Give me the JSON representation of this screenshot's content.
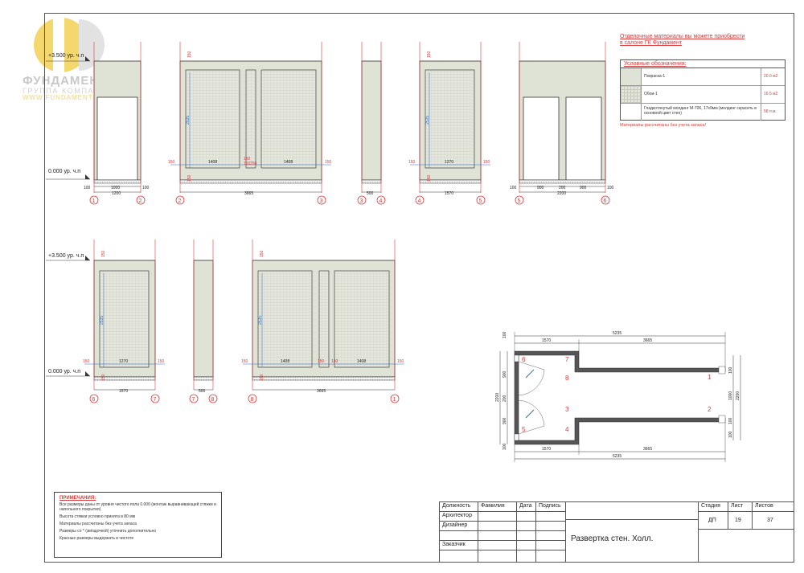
{
  "logo": {
    "brand": "ФУНДАМЕНТ",
    "subtitle": "ГРУППА КОМПАНИЙ",
    "www": "WWW.FUNDAMENT"
  },
  "levels": {
    "top": "+3.500 ур. ч.п",
    "bottom": "0.000 ур. ч.п"
  },
  "elevations_row1": [
    {
      "id": "elev-1-2",
      "axes": [
        "1",
        "2"
      ],
      "dims": {
        "overall": "1200",
        "opening": "1000",
        "side_l": "100",
        "side_r": "100"
      }
    },
    {
      "id": "elev-2-3",
      "axes": [
        "2",
        "3"
      ],
      "dims": {
        "overall": "3665",
        "panel_l": "1408",
        "panel_r": "1408",
        "mid_a": "150",
        "mid_b": "150",
        "mid_c": "250",
        "edge_l": "150",
        "edge_r": "150",
        "height": "2535",
        "top": "150",
        "bottom": "150"
      }
    },
    {
      "id": "elev-3-4",
      "axes": [
        "3",
        "4"
      ],
      "dims": {
        "overall": "500"
      }
    },
    {
      "id": "elev-4-5",
      "axes": [
        "4",
        "5"
      ],
      "dims": {
        "overall": "1570",
        "panel": "1270",
        "edge_l": "150",
        "edge_r": "150",
        "height": "2535",
        "top": "150",
        "bottom": "150"
      }
    },
    {
      "id": "elev-5-6",
      "axes": [
        "5",
        "6"
      ],
      "dims": {
        "overall": "2200",
        "door_l": "900",
        "mid": "200",
        "door_r": "900",
        "side_l": "100",
        "side_r": "100"
      }
    }
  ],
  "elevations_row2": [
    {
      "id": "elev-6-7",
      "axes": [
        "6",
        "7"
      ],
      "dims": {
        "overall": "1570",
        "panel": "1270",
        "edge_l": "150",
        "edge_r": "150",
        "height": "2535",
        "top": "150",
        "bottom": "150"
      }
    },
    {
      "id": "elev-7-8",
      "axes": [
        "7",
        "8"
      ],
      "dims": {
        "overall": "500"
      }
    },
    {
      "id": "elev-8-1",
      "axes": [
        "8",
        "1"
      ],
      "dims": {
        "overall": "3665",
        "panel_l": "1408",
        "panel_r": "1408",
        "mid_a": "150",
        "mid_b": "150",
        "edge_l": "150",
        "edge_r": "150",
        "height": "2535",
        "top": "150",
        "bottom": "150"
      }
    }
  ],
  "plan": {
    "top_total": "5235",
    "top_a": "1570",
    "top_b": "3665",
    "bot_total": "5235",
    "bot_a": "1570",
    "bot_b": "3665",
    "left_total": "2200",
    "left_a": "900",
    "left_b": "200",
    "left_c": "900",
    "left_top": "100",
    "left_bot": "100",
    "right_total": "2200",
    "right_a": "100",
    "right_b": "1000",
    "right_c": "100",
    "right_d": "100",
    "marks": [
      "1",
      "2",
      "3",
      "4",
      "5",
      "6",
      "7",
      "8"
    ]
  },
  "shop_note": [
    "Отделочные материалы вы можете приобрести",
    "в салоне ГК Фундамент"
  ],
  "legend": {
    "title": "Условные обозначения:",
    "rows": [
      {
        "label": "Покраска-1",
        "qty": "20.0 м2",
        "swatch": "paint"
      },
      {
        "label": "Обои-1",
        "qty": "16.5 м2",
        "swatch": "wallpaper"
      },
      {
        "label": "Гладкотянутый молдинг М-706, 17х9мм (молдинг скрасить в основной цвет стен)",
        "qty": "58 п.м.",
        "swatch": "molding"
      }
    ]
  },
  "reserve_note": "Материалы рассчитаны без учета запаса!",
  "notes": {
    "title": "ПРИМЕЧАНИЯ:",
    "lines": [
      "Все размеры даны от уровня чистого пола 0.000 (монтаж выравнивающей стяжки и напольного покрытия)",
      "Высота стяжки условно принята в 80 мм",
      "Материалы рассчитаны без учета запаса",
      "Размеры со * (звёздочкой) уточнить дополнительно",
      "Красные размеры выдержать в чистоте"
    ]
  },
  "stamp": {
    "headers": [
      "Должность",
      "Фамилия",
      "Дата",
      "Подпись"
    ],
    "roles": [
      "Архитектор",
      "Дизайнер",
      "Заказчик"
    ],
    "title": "Развертка стен. Холл.",
    "stage_label": "Стадия",
    "sheet_label": "Лист",
    "sheets_label": "Листов",
    "stage": "ДП",
    "sheet": "19",
    "sheets": "37"
  },
  "colors": {
    "wall": "#dfe3d5",
    "wall_dark": "#c9ceb9",
    "line": "#333333",
    "red": "#d63a3a",
    "blue": "#2d6ec7"
  }
}
